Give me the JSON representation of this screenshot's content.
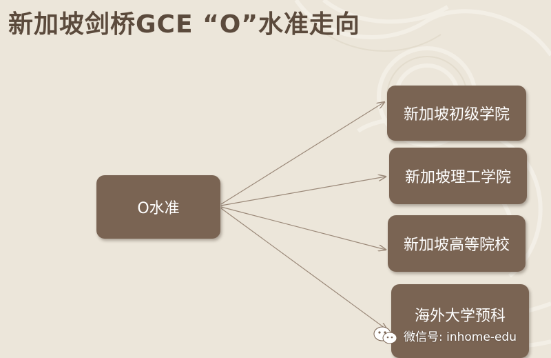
{
  "title": "新加坡剑桥GCE “O”水准走向",
  "source_node": {
    "label": "O水准"
  },
  "target_nodes": [
    {
      "label": "新加坡初级学院"
    },
    {
      "label": "新加坡理工学院"
    },
    {
      "label": "新加坡高等院校"
    },
    {
      "label": "海外大学预科"
    }
  ],
  "watermark": {
    "text": "微信号: inhome-edu",
    "icon": "wechat-icon"
  },
  "colors": {
    "background": "#ece6da",
    "node_fill": "#7a6453",
    "title": "#5b4a3c",
    "arrow": "#9a8878"
  }
}
